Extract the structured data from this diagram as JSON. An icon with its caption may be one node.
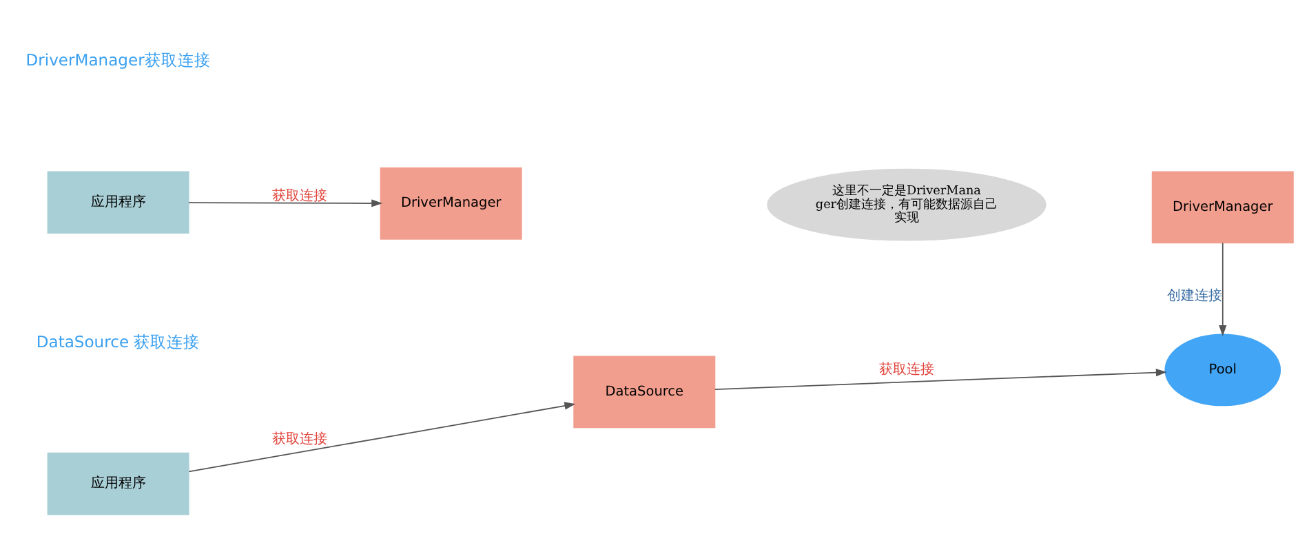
{
  "diagram": {
    "nodes": [
      {
        "text": [
          "应用程序"
        ]
      },
      {
        "text": [
          "DriverManager"
        ]
      },
      {
        "text": [
          "DriverManager"
        ]
      },
      {
        "text": [
          "这里不一定是DriverManager创建连接，有可能数据源自己实现"
        ]
      },
      {
        "text": [
          "应用程序"
        ]
      },
      {
        "text": [
          "DataSource"
        ]
      },
      {
        "text": [
          "Pool"
        ]
      }
    ],
    "edges": [
      {
        "from": 0,
        "to": 1,
        "arrow": "to",
        "label": "获取连接"
      },
      {
        "from": 2,
        "to": 6,
        "arrow": "to",
        "label": "创建连接"
      },
      {
        "from": 4,
        "to": 5,
        "arrow": "to",
        "label": "获取连接"
      },
      {
        "from": 5,
        "to": 6,
        "arrow": "to",
        "label": "获取连接"
      }
    ],
    "labels": [
      "DriverManager获取连接",
      "DataSource 获取连接"
    ]
  }
}
